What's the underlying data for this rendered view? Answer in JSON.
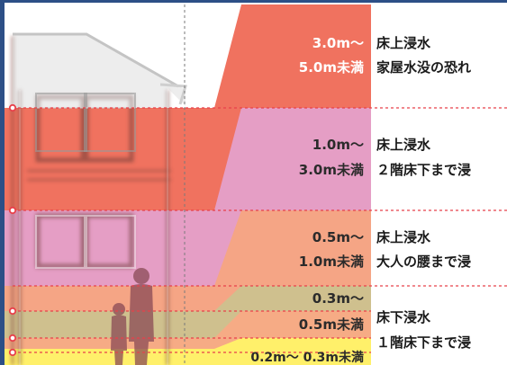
{
  "colors": {
    "level_1": "#f0725f",
    "level_2": "#e59ec5",
    "level_3": "#f5a585",
    "level_4": "#cfc08e",
    "level_5": "#f6ab85",
    "level_6": "#fff06a",
    "frame": "#2d4f86",
    "marker": "#e8404a"
  },
  "levels": [
    {
      "range_top": "3.0m〜",
      "range_bottom": "5.0m未満",
      "status": "床上浸水",
      "description": "家屋水没の恐れ"
    },
    {
      "range_top": "1.0m〜",
      "range_bottom": "3.0m未満",
      "status": "床上浸水",
      "description": "２階床下まで浸"
    },
    {
      "range_top": "0.5m〜",
      "range_bottom": "1.0m未満",
      "status": "床上浸水",
      "description": "大人の腰まで浸"
    },
    {
      "range_top": "0.3m〜",
      "range_bottom": "0.5m未満",
      "status": "床下浸水",
      "description": "１階床下まで浸"
    },
    {
      "range_single": "0.2m〜 0.3m未満"
    }
  ],
  "icons": [
    "house-icon",
    "adult-figure-icon",
    "child-figure-icon"
  ]
}
